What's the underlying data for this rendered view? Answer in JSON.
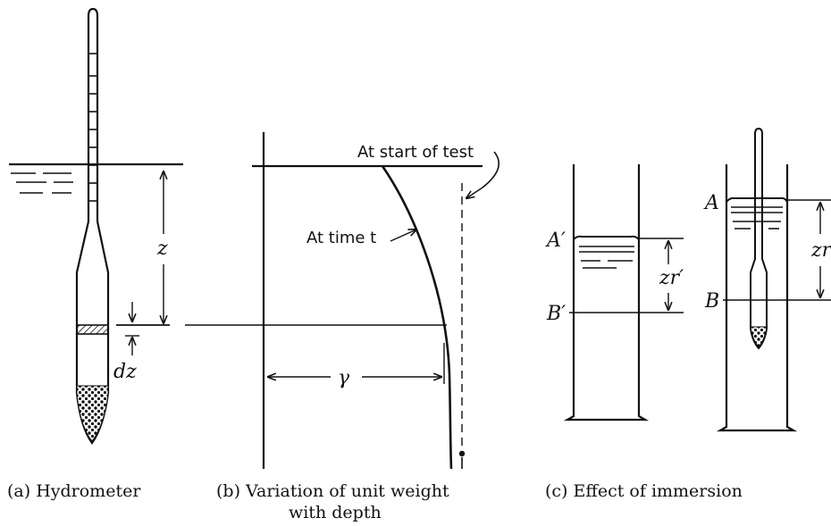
{
  "panel_a": {
    "caption": "(a) Hydrometer",
    "label_z": "z",
    "label_dz": "dz"
  },
  "panel_b": {
    "caption_line1": "(b) Variation of unit weight",
    "caption_line2": "with depth",
    "label_start": "At start of test",
    "label_time": "At time t",
    "label_gamma": "γ"
  },
  "panel_c": {
    "caption": "(c) Effect of immersion",
    "label_A_prime": "A′",
    "label_B_prime": "B′",
    "label_zr_prime": "zr′",
    "label_A": "A",
    "label_B": "B",
    "label_zr": "zr"
  }
}
